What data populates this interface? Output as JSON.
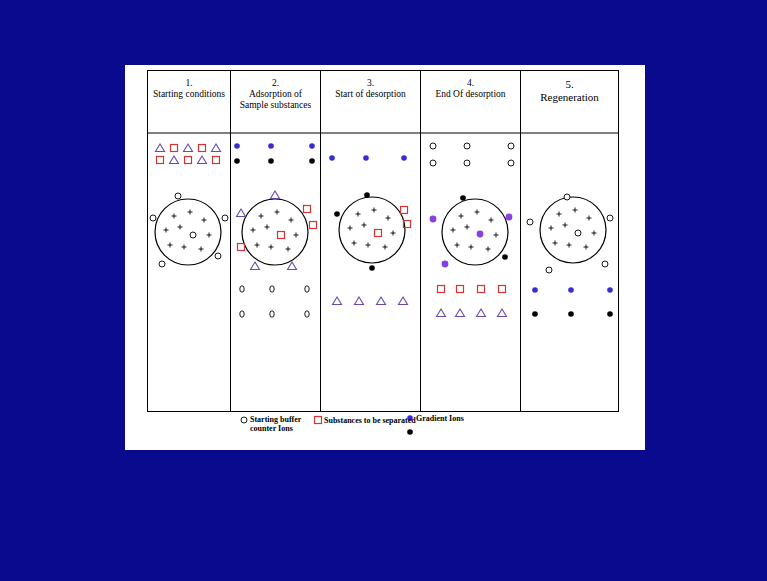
{
  "diagram": {
    "nodes": [
      {
        "text": [
          "1.",
          "Starting conditions"
        ]
      },
      {
        "text": [
          "2.",
          "Adsorption of Sample substances"
        ]
      },
      {
        "text": [
          "3.",
          "Start of desorption"
        ]
      },
      {
        "text": [
          "4.",
          "End Of desorption"
        ]
      },
      {
        "text": [
          "5.",
          "Regeneration"
        ]
      }
    ],
    "legend": [
      {
        "text": "Starting buffer counter Ions"
      },
      {
        "text": "Substances to be separated"
      },
      {
        "text": "Gradient Ions"
      }
    ]
  }
}
